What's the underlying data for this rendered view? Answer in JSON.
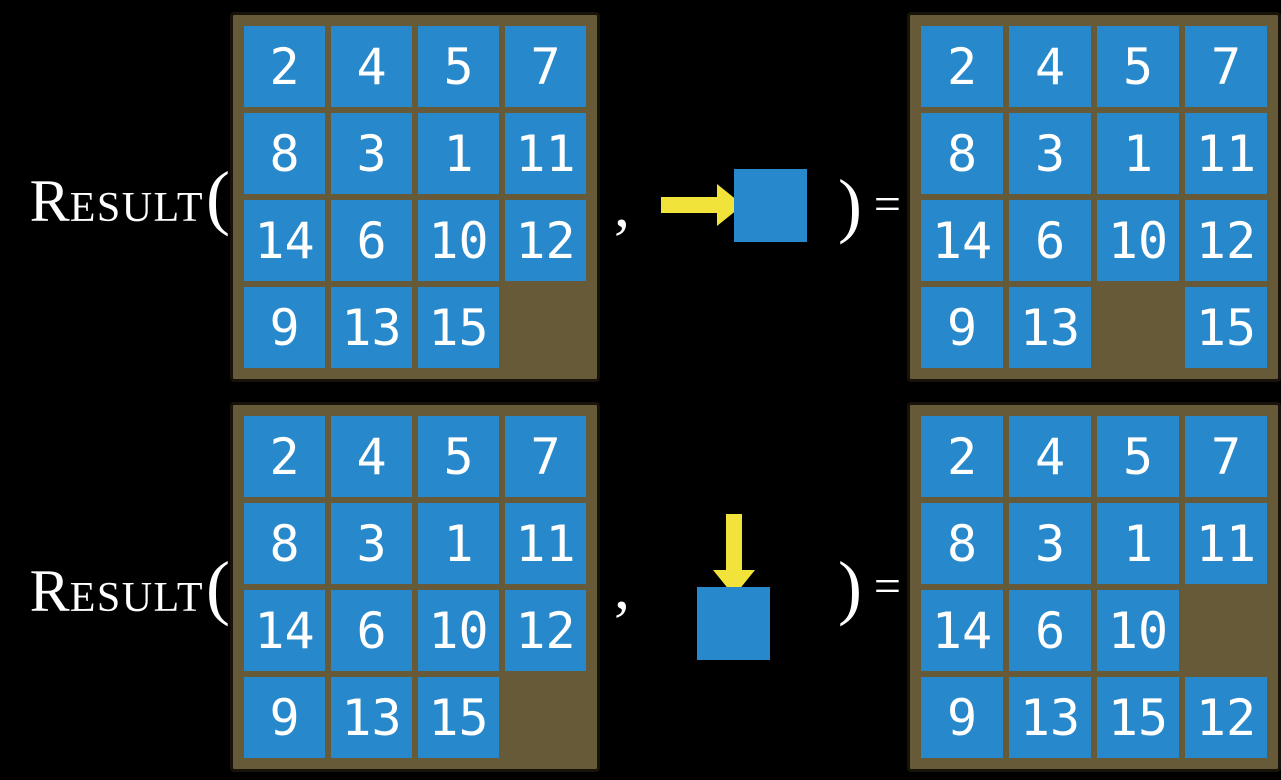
{
  "colors": {
    "background": "#000000",
    "tile_blue": "#2789CB",
    "board_brown": "#665A38",
    "board_border": "#17130B",
    "arrow_yellow": "#F2E33A",
    "text_white": "#FFFFFF"
  },
  "function_label": {
    "initial": "R",
    "rest": "ESULT",
    "open_paren": "(",
    "comma": ",",
    "close_paren": ")",
    "equals": "="
  },
  "rows": [
    {
      "move_direction": "right",
      "input_grid": [
        [
          "2",
          "4",
          "5",
          "7"
        ],
        [
          "8",
          "3",
          "1",
          "11"
        ],
        [
          "14",
          "6",
          "10",
          "12"
        ],
        [
          "9",
          "13",
          "15",
          ""
        ]
      ],
      "output_grid": [
        [
          "2",
          "4",
          "5",
          "7"
        ],
        [
          "8",
          "3",
          "1",
          "11"
        ],
        [
          "14",
          "6",
          "10",
          "12"
        ],
        [
          "9",
          "13",
          "",
          "15"
        ]
      ]
    },
    {
      "move_direction": "down",
      "input_grid": [
        [
          "2",
          "4",
          "5",
          "7"
        ],
        [
          "8",
          "3",
          "1",
          "11"
        ],
        [
          "14",
          "6",
          "10",
          "12"
        ],
        [
          "9",
          "13",
          "15",
          ""
        ]
      ],
      "output_grid": [
        [
          "2",
          "4",
          "5",
          "7"
        ],
        [
          "8",
          "3",
          "1",
          "11"
        ],
        [
          "14",
          "6",
          "10",
          ""
        ],
        [
          "9",
          "13",
          "15",
          "12"
        ]
      ]
    }
  ]
}
